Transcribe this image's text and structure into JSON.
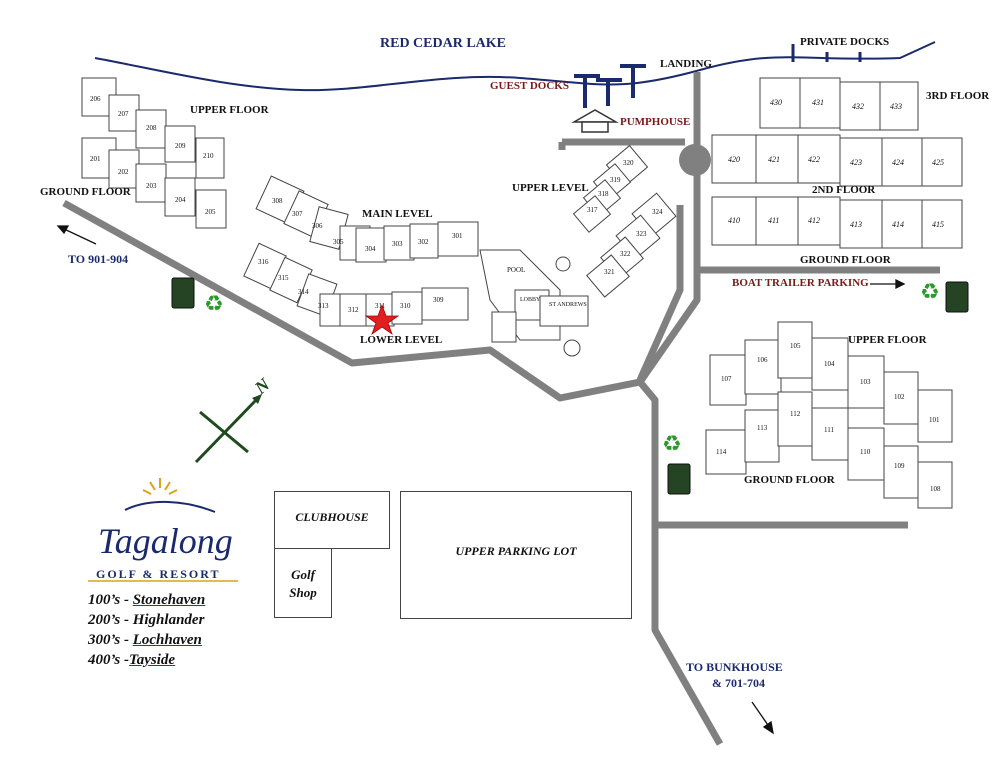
{
  "lake": "RED CEDAR LAKE",
  "docks": {
    "guest": "GUEST DOCKS",
    "private": "PRIVATE DOCKS",
    "landing": "LANDING",
    "pumphouse": "PUMPHOUSE"
  },
  "highlander": {
    "upper": "UPPER FLOOR",
    "ground": "GROUND FLOOR",
    "units_upper": [
      "206",
      "207",
      "208",
      "209",
      "210"
    ],
    "units_ground": [
      "201",
      "202",
      "203",
      "204",
      "205"
    ]
  },
  "lochhaven": {
    "main_level": "MAIN LEVEL",
    "lower_level": "LOWER LEVEL",
    "upper_level": "UPPER LEVEL",
    "units_main": [
      "308",
      "307",
      "306",
      "305",
      "304",
      "303",
      "302",
      "301"
    ],
    "units_lower": [
      "316",
      "315",
      "314",
      "313",
      "312",
      "311",
      "310",
      "309"
    ],
    "units_upper": [
      "320",
      "319",
      "318",
      "317",
      "324",
      "323",
      "322",
      "321"
    ],
    "pool": "POOL",
    "lobby": "LOBBY",
    "st_andrews": "ST ANDREWS"
  },
  "tayside": {
    "third": "3RD FLOOR",
    "second": "2ND FLOOR",
    "ground": "GROUND FLOOR",
    "units_3rd": [
      "430",
      "431",
      "432",
      "433"
    ],
    "units_2nd": [
      "420",
      "421",
      "422",
      "423",
      "424",
      "425"
    ],
    "units_ground": [
      "410",
      "411",
      "412",
      "413",
      "414",
      "415"
    ]
  },
  "stonehaven": {
    "upper": "UPPER FLOOR",
    "ground": "GROUND FLOOR",
    "units_upper": [
      "107",
      "106",
      "105",
      "104",
      "103",
      "102",
      "101"
    ],
    "units_ground": [
      "114",
      "113",
      "112",
      "111",
      "110",
      "109",
      "108"
    ]
  },
  "directions": {
    "to_901": "TO 901-904",
    "boat_trailer": "BOAT TRAILER PARKING",
    "to_bunkhouse_1": "TO BUNKHOUSE",
    "to_bunkhouse_2": "& 701-704"
  },
  "compass": "N",
  "buildings": {
    "clubhouse": "CLUBHOUSE",
    "golf_1": "Golf",
    "golf_2": "Shop",
    "parking": "UPPER PARKING LOT"
  },
  "logo": {
    "name": "Tagalong",
    "sub": "GOLF & RESORT"
  },
  "legend": [
    {
      "num": "100’s - ",
      "name": "Stonehaven"
    },
    {
      "num": "200’s - ",
      "name": "Highlander"
    },
    {
      "num": "300’s - ",
      "name": "Lochhaven"
    },
    {
      "num": "400’s -",
      "name": "Tayside"
    }
  ],
  "colors": {
    "road": "#808080",
    "lake": "#1a2a6c",
    "marker": "#e02020",
    "recycle": "#2a9a2a"
  }
}
